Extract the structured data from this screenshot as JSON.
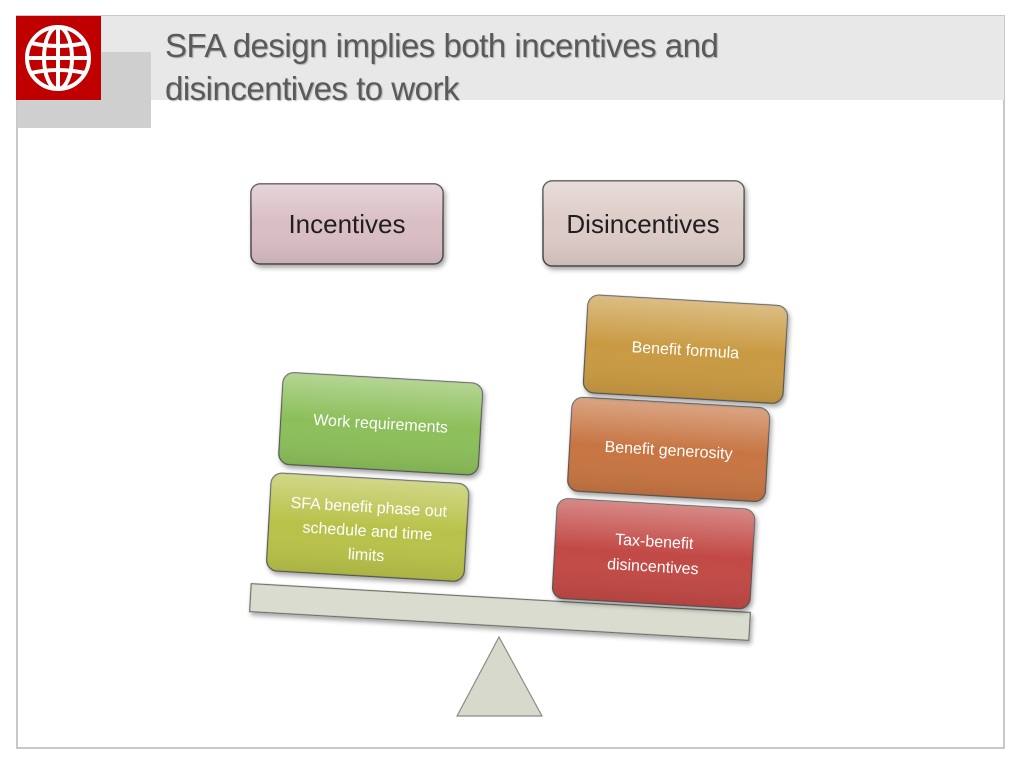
{
  "slide": {
    "title_line1": "SFA design implies both incentives and",
    "title_line2": "disincentives to work"
  },
  "logo": {
    "icon": "globe-icon",
    "color": "#c00000"
  },
  "headers": {
    "incentives": "Incentives",
    "disincentives": "Disincentives"
  },
  "left_blocks": {
    "top": {
      "label": "Work requirements",
      "color": "#8cbf5a"
    },
    "bottom": {
      "lines": [
        "SFA benefit phase out",
        "schedule and time",
        "limits"
      ],
      "color": "#b8c24a"
    }
  },
  "right_blocks": {
    "top": {
      "label": "Benefit formula",
      "color": "#c99a42"
    },
    "middle": {
      "label": "Benefit generosity",
      "color": "#c77443"
    },
    "bottom": {
      "lines": [
        "Tax-benefit",
        "disincentives"
      ],
      "color": "#c24a45"
    }
  },
  "colors": {
    "incentives_box": "#d9bec4",
    "disincentives_box": "#dccbc6",
    "beam": "#d9dccf",
    "fulcrum": "#d6d9cc"
  }
}
